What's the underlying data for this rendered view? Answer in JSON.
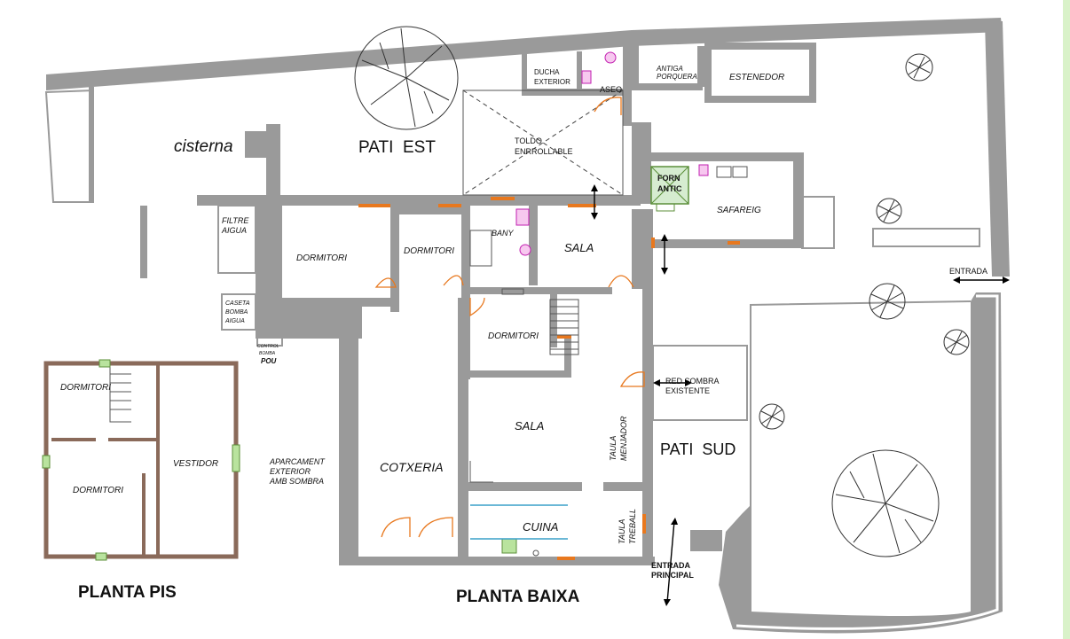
{
  "labels": {
    "cisterna": "cisterna",
    "pati_est": "PATI  EST",
    "ducha_1": "DUCHA",
    "ducha_2": "EXTERIOR",
    "aseo": "ASEO",
    "antiga_1": "ANTIGA",
    "antiga_2": "PORQUERA",
    "estenedor": "ESTENEDOR",
    "toldo_1": "TOLDO",
    "toldo_2": "ENRROLLABLE",
    "forn_1": "FORN",
    "forn_2": "ANTIC",
    "safareig": "SAFAREIG",
    "filtre_1": "FILTRE",
    "filtre_2": "AIGUA",
    "dormitori_a": "DORMITORI",
    "dormitori_b": "DORMITORI",
    "bany": "BANY",
    "sala_top": "SALA",
    "caseta_1": "CASETA",
    "caseta_2": "BOMBA",
    "caseta_3": "AIGUA",
    "control_1": "CONTROL",
    "control_2": "BOMBA",
    "pou": "POU",
    "dormitori_c": "DORMITORI",
    "red_1": "RED SOMBRA",
    "red_2": "EXISTENTE",
    "entrada": "ENTRADA",
    "sala_bottom": "SALA",
    "taula_menjador_1": "TAULA",
    "taula_menjador_2": "MENJADOR",
    "pati_sud": "PATI  SUD",
    "aparcament_1": "APARCAMENT",
    "aparcament_2": "EXTERIOR",
    "aparcament_3": "AMB SOMBRA",
    "cotxeria": "COTXERIA",
    "cuina": "CUINA",
    "taula_treball_1": "TAULA",
    "taula_treball_2": "TREBALL",
    "entrada_principal_1": "ENTRADA",
    "entrada_principal_2": "PRINCIPAL",
    "planta_baixa": "PLANTA BAIXA",
    "planta_pis": "PLANTA PIS",
    "pis_dormitori_top": "DORMITORI",
    "pis_dormitori_bottom": "DORMITORI",
    "pis_vestidor": "VESTIDOR"
  },
  "colors": {
    "walls": "#9a9a9a",
    "doors": "#e8781e",
    "sanitary": "#c21fb0",
    "upper_floor_walls": "#8a6a5a",
    "windows": "#b9e39e"
  }
}
